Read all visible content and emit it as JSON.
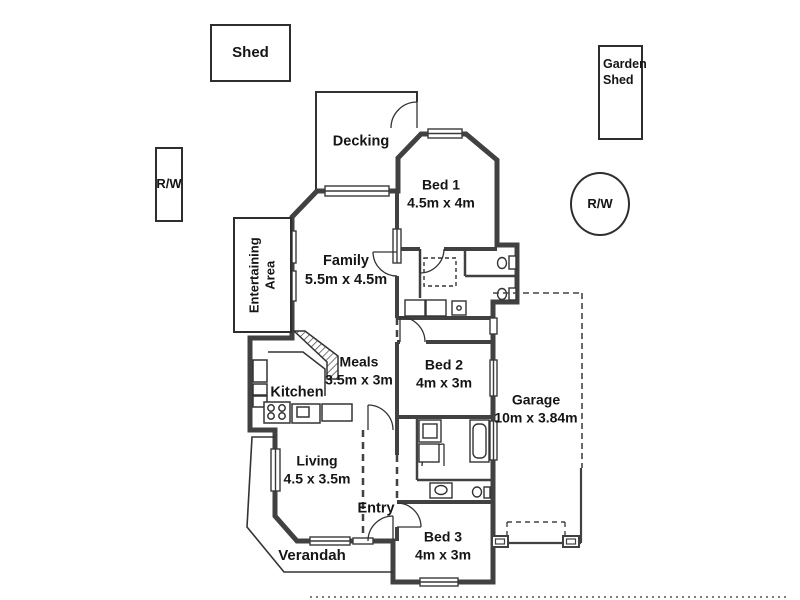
{
  "plan": {
    "outbuildings": {
      "shed": "Shed",
      "garden_shed": "Garden\nShed",
      "rainwater_tank_left": "R/W",
      "rainwater_tank_right": "R/W",
      "entertaining_area": "Entertaining\nArea"
    },
    "rooms": {
      "decking": {
        "name": "Decking"
      },
      "family": {
        "name": "Family",
        "dims": "5.5m x 4.5m"
      },
      "bed1": {
        "name": "Bed 1",
        "dims": "4.5m x 4m"
      },
      "meals": {
        "name": "Meals",
        "dims": "3.5m x 3m"
      },
      "kitchen": {
        "name": "Kitchen"
      },
      "bed2": {
        "name": "Bed 2",
        "dims": "4m x 3m"
      },
      "garage": {
        "name": "Garage",
        "dims": "10m x 3.84m"
      },
      "living": {
        "name": "Living",
        "dims": "4.5 x 3.5m"
      },
      "entry": {
        "name": "Entry"
      },
      "bed3": {
        "name": "Bed 3",
        "dims": "4m x 3m"
      },
      "verandah": {
        "name": "Verandah"
      }
    },
    "colors": {
      "wall": "#414141",
      "line": "#333333",
      "text": "#151515",
      "background": "#ffffff"
    }
  }
}
